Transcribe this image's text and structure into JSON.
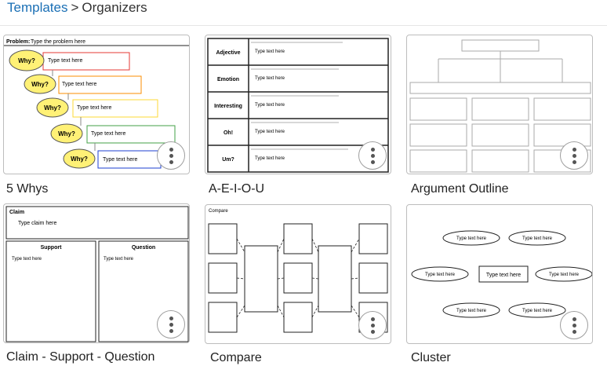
{
  "breadcrumb": {
    "parent": "Templates",
    "separator": ">",
    "current": "Organizers"
  },
  "templates": [
    {
      "name": "5 Whys",
      "preview": {
        "problem_label": "Problem:",
        "problem_text": "Type the problem here",
        "bubble": "Why?",
        "field": "Type text here"
      }
    },
    {
      "name": "A-E-I-O-U",
      "preview": {
        "rows": [
          "Adjective",
          "Emotion",
          "Interesting",
          "Oh!",
          "Um?"
        ],
        "field": "Type text here"
      }
    },
    {
      "name": "Argument Outline",
      "preview": {}
    },
    {
      "name": "Claim - Support - Question",
      "preview": {
        "claim_label": "Claim",
        "claim_field": "Type claim here",
        "support_label": "Support",
        "question_label": "Question",
        "field": "Type text here"
      }
    },
    {
      "name": "Compare",
      "preview": {
        "title": "Compare"
      }
    },
    {
      "name": "Cluster",
      "preview": {
        "field": "Type text here"
      }
    }
  ],
  "more_button_icon": "more-vertical-icon"
}
